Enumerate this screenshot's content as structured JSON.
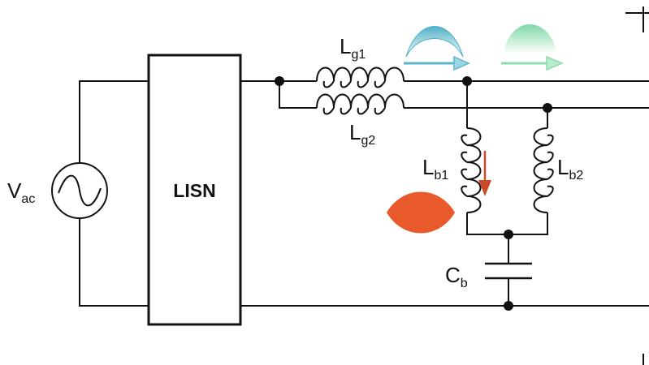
{
  "labels": {
    "vac": {
      "main": "V",
      "sub": "ac"
    },
    "lisn": "LISN",
    "lg1": {
      "main": "L",
      "sub": "g1"
    },
    "lg2": {
      "main": "L",
      "sub": "g2"
    },
    "lb1": {
      "main": "L",
      "sub": "b1"
    },
    "lb2": {
      "main": "L",
      "sub": "b2"
    },
    "cb": {
      "main": "C",
      "sub": "b"
    }
  },
  "colors": {
    "wire": "#111111",
    "current_blue": "#5bb7c9",
    "current_green": "#8fdcae",
    "current_orange": "#e8592b",
    "arrow_red": "#c94a2a"
  }
}
